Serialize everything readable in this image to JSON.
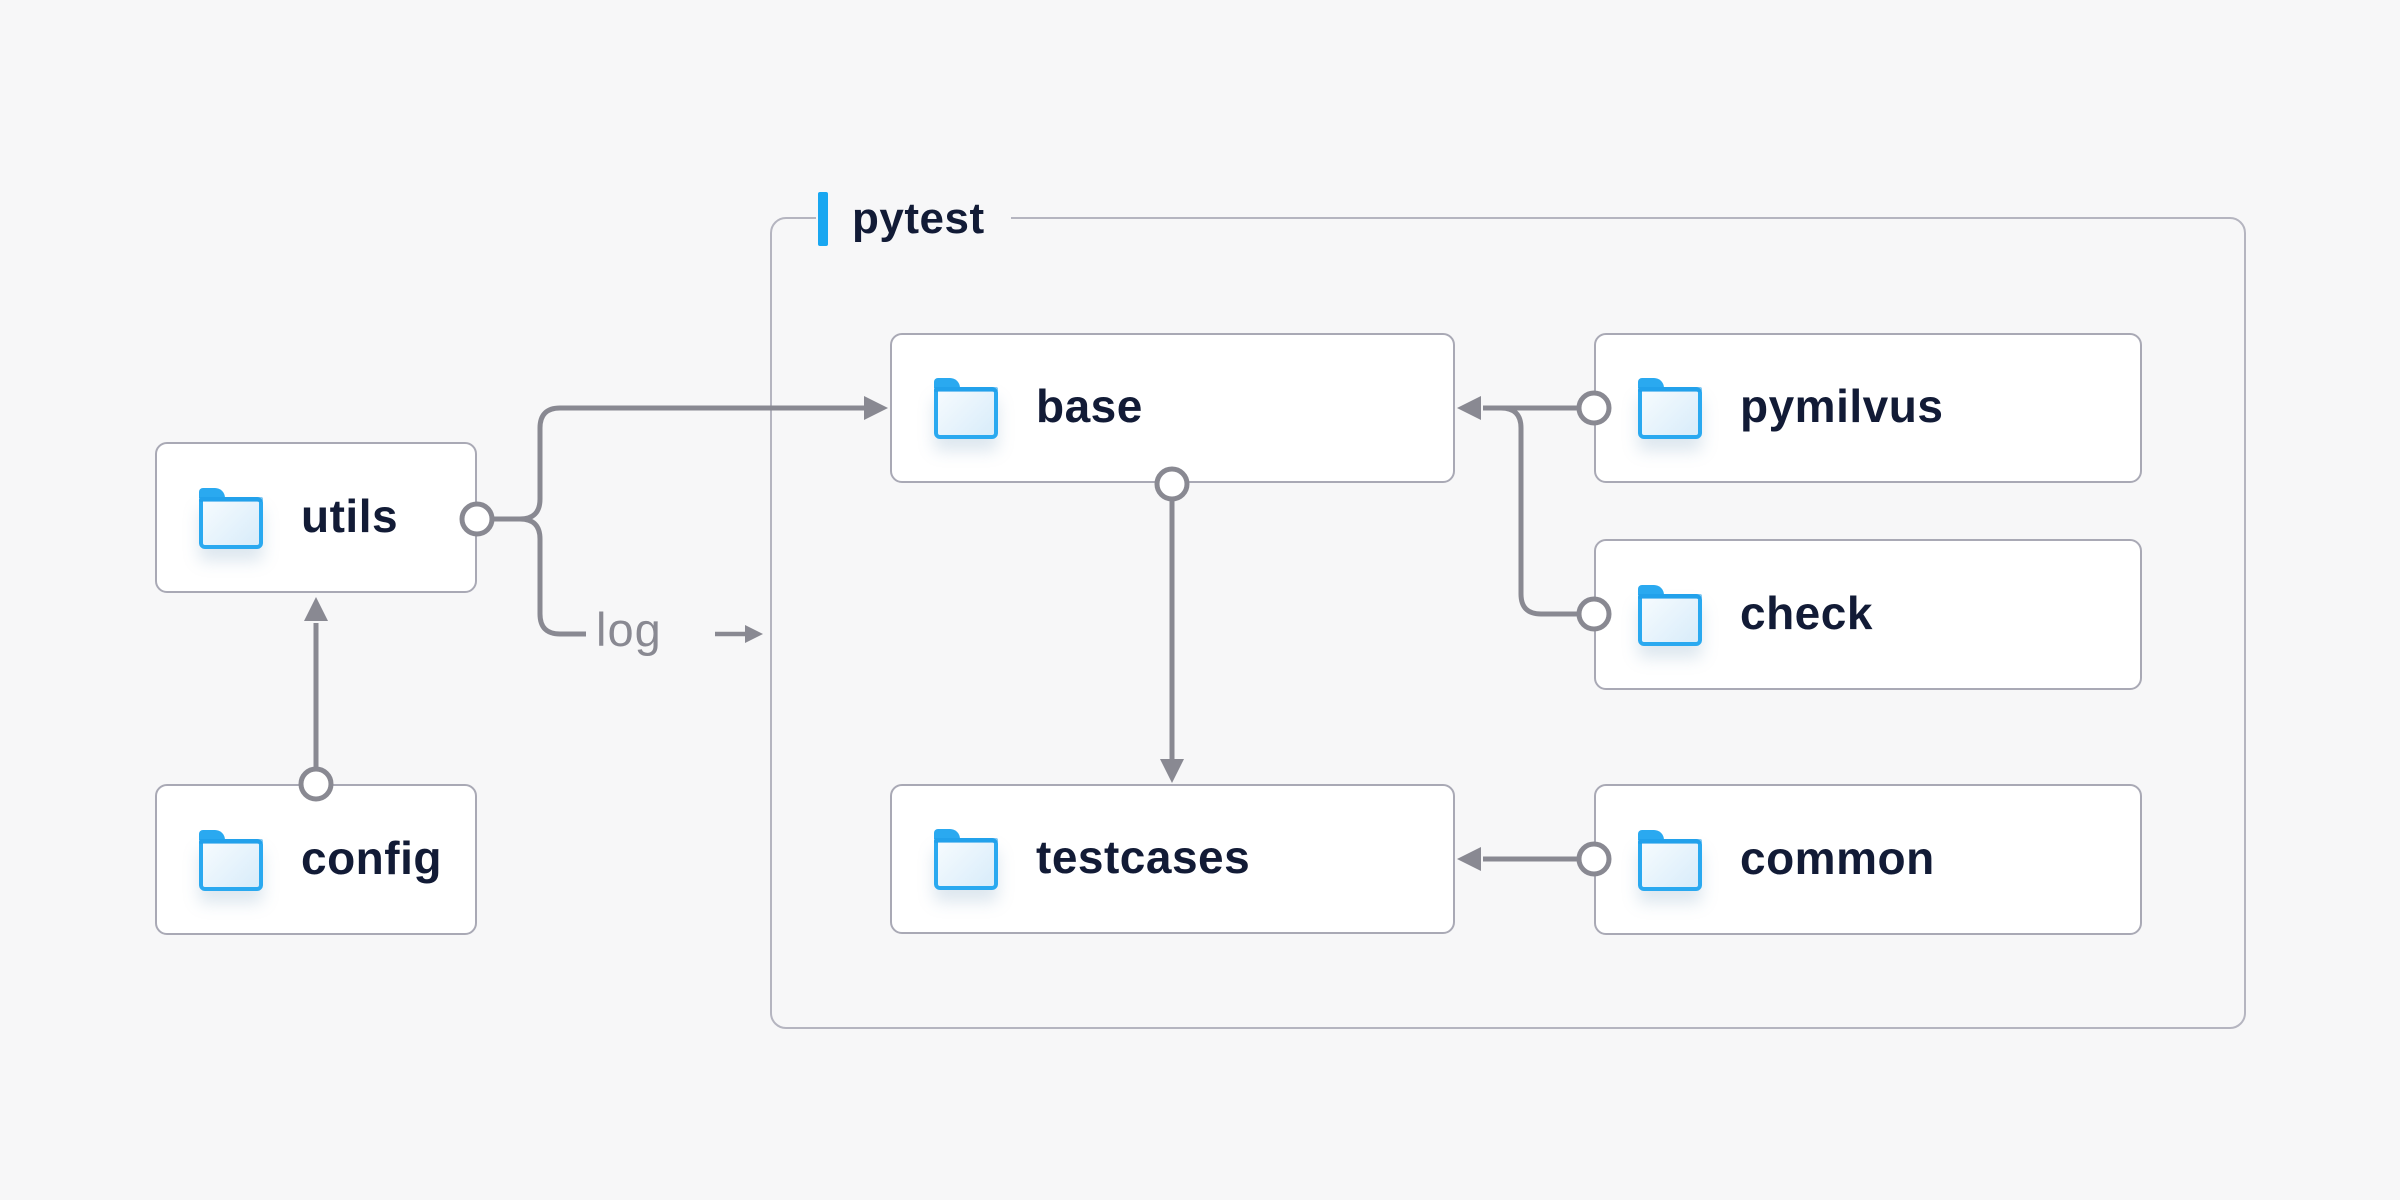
{
  "page": {
    "background": "#f7f7f8"
  },
  "diagram": {
    "group": {
      "label": "pytest"
    },
    "nodes": [
      {
        "id": "utils",
        "label": "utils",
        "icon": "folder-icon"
      },
      {
        "id": "config",
        "label": "config",
        "icon": "folder-icon"
      },
      {
        "id": "base",
        "label": "base",
        "icon": "folder-icon"
      },
      {
        "id": "pymilvus",
        "label": "pymilvus",
        "icon": "folder-icon"
      },
      {
        "id": "check",
        "label": "check",
        "icon": "folder-icon"
      },
      {
        "id": "testcases",
        "label": "testcases",
        "icon": "folder-icon"
      },
      {
        "id": "common",
        "label": "common",
        "icon": "folder-icon"
      }
    ],
    "edges": [
      {
        "from": "utils",
        "to": "base",
        "label": ""
      },
      {
        "from": "utils",
        "to": "pytest",
        "label": "log"
      },
      {
        "from": "config",
        "to": "utils",
        "label": ""
      },
      {
        "from": "base",
        "to": "testcases",
        "label": ""
      },
      {
        "from": "pymilvus",
        "to": "base",
        "label": ""
      },
      {
        "from": "check",
        "to": "base",
        "label": ""
      },
      {
        "from": "common",
        "to": "testcases",
        "label": ""
      }
    ],
    "colors": {
      "node_fill": "#ffffff",
      "node_border": "#a9a9b5",
      "group_border": "#b5b5c0",
      "edge": "#898992",
      "node_text": "#121b36",
      "edge_label": "#898992",
      "accent_bar": "#19a7f1",
      "folder_blue": "#2aa9f0"
    }
  }
}
